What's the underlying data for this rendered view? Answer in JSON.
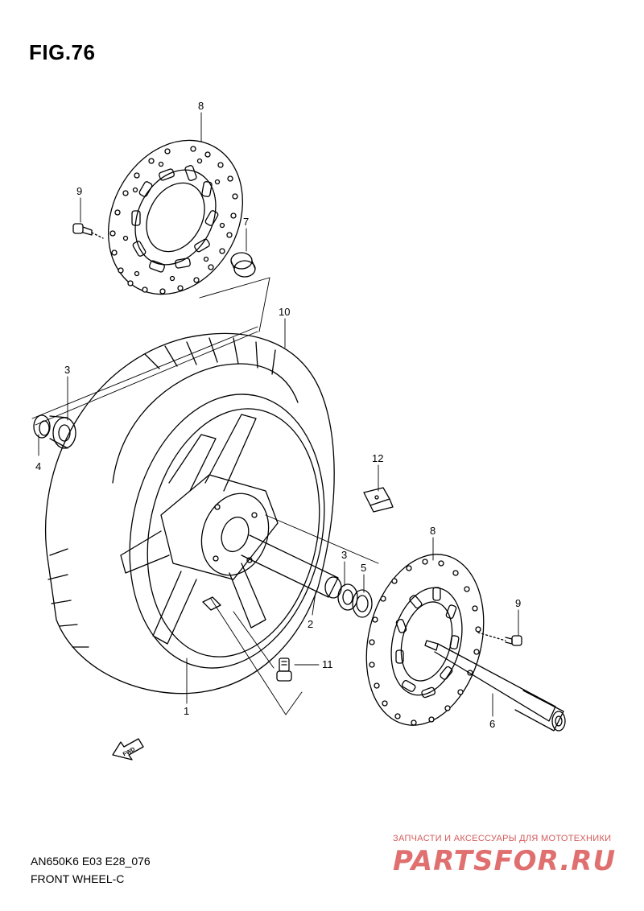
{
  "figure": {
    "title": "FIG.76"
  },
  "callouts": [
    {
      "key": "c8a",
      "label": "8"
    },
    {
      "key": "c9a",
      "label": "9"
    },
    {
      "key": "c7",
      "label": "7"
    },
    {
      "key": "c10",
      "label": "10"
    },
    {
      "key": "c3a",
      "label": "3"
    },
    {
      "key": "c4",
      "label": "4"
    },
    {
      "key": "c12",
      "label": "12"
    },
    {
      "key": "c8b",
      "label": "8"
    },
    {
      "key": "c3b",
      "label": "3"
    },
    {
      "key": "c5",
      "label": "5"
    },
    {
      "key": "c9b",
      "label": "9"
    },
    {
      "key": "c2",
      "label": "2"
    },
    {
      "key": "c11",
      "label": "11"
    },
    {
      "key": "c1",
      "label": "1"
    },
    {
      "key": "c6",
      "label": "6"
    }
  ],
  "fwd_marker": {
    "label": "FWD",
    "icon": "fwd-arrow-icon"
  },
  "footer": {
    "model_code": "AN650K6 E03 E28_076",
    "section_name": "FRONT WHEEL-C"
  },
  "watermark": {
    "caption": "ЗАПЧАСТИ И АКСЕССУАРЫ ДЛЯ МОТОТЕХНИКИ",
    "logo": "PARTSFOR.RU"
  },
  "colors": {
    "line": "#000000",
    "watermark": "#e07070"
  }
}
